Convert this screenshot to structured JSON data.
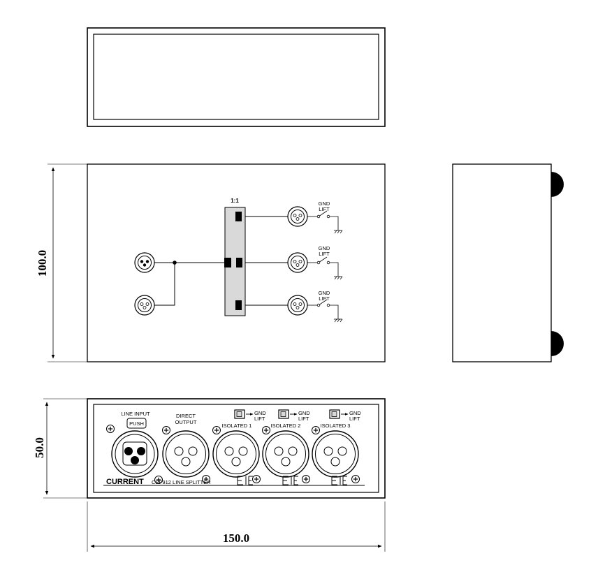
{
  "dimensions": {
    "height": "100.0",
    "depth": "50.0",
    "width": "150.0"
  },
  "schematic": {
    "transformer_ratio": "1:1",
    "gnd_lift_top": "GND",
    "gnd_lift_bottom": "LIFT",
    "outputs": 3
  },
  "front_panel": {
    "line_input": "LINE INPUT",
    "push": "PUSH",
    "direct_output_line1": "DIRECT",
    "direct_output_line2": "OUTPUT",
    "gnd": "GND",
    "lift": "LIFT",
    "isolated_1": "ISOLATED 1",
    "isolated_2": "ISOLATED 2",
    "isolated_3": "ISOLATED 3",
    "brand": "CURRENT",
    "model": "CSP912 LINE SPLITTER"
  }
}
